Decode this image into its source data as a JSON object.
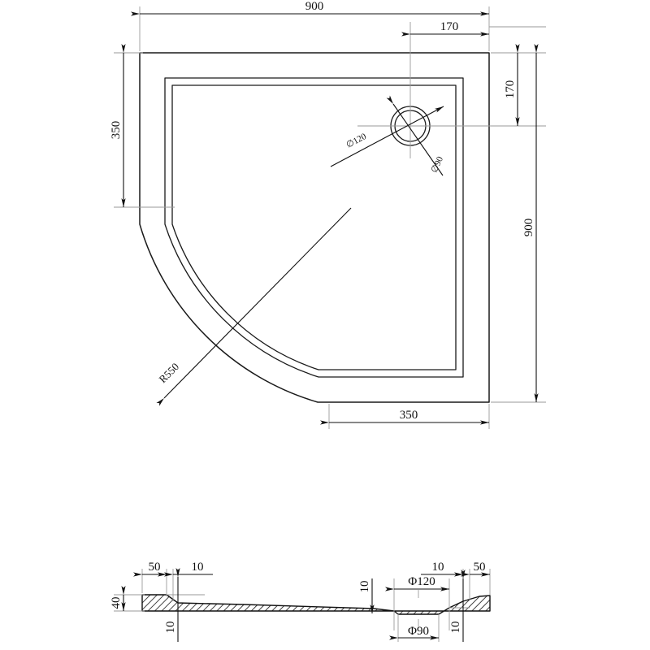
{
  "drawing": {
    "title": "Quadrant Shower Tray Technical Drawing",
    "views": {
      "plan": {
        "name": "plan-view",
        "dimensions": {
          "overall_width": "900",
          "overall_height": "900",
          "drain_offset_top": "170",
          "drain_offset_right": "170",
          "left_straight": "350",
          "bottom_straight": "350",
          "corner_radius": "R550",
          "drain_outer_dia": "∅120",
          "drain_inner_dia": "∅90"
        }
      },
      "section": {
        "name": "section-view",
        "dimensions": {
          "rim_width_left": "50",
          "step_left": "10",
          "rim_height_left": "10",
          "overall_thickness": "40",
          "step_mid": "10",
          "drain_outer_dia": "Φ120",
          "drain_inner_dia": "Φ90",
          "step_right_inner": "10",
          "rim_height_right": "10",
          "rim_width_right": "50"
        }
      }
    },
    "colors": {
      "outline": "#1a1a1a",
      "dimension": "#111111",
      "extension": "#9a9a9a",
      "background": "#ffffff"
    }
  }
}
